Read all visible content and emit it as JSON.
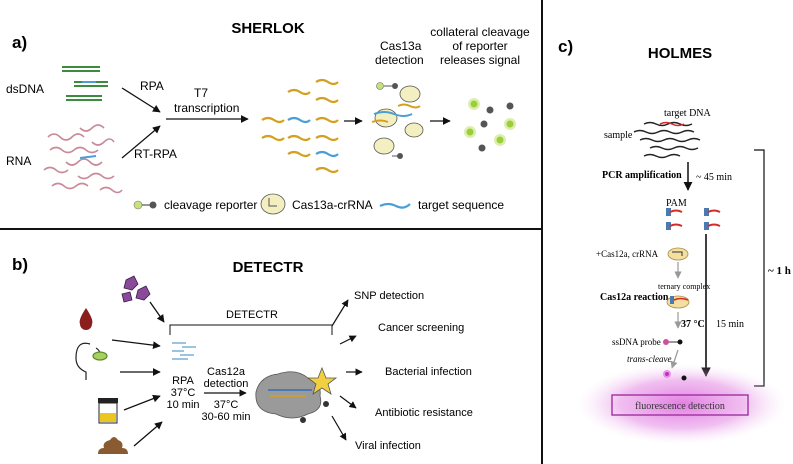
{
  "panel_a": {
    "label": "a)",
    "title": "SHERLOK",
    "dsdna": "dsDNA",
    "rna": "RNA",
    "rpa": "RPA",
    "rt_rpa": "RT-RPA",
    "t7_line1": "T7",
    "t7_line2": "transcription",
    "cas13a_line1": "Cas13a",
    "cas13a_line2": "detection",
    "collateral_line1": "collateral cleavage",
    "collateral_line2": "of reporter",
    "collateral_line3": "releases signal",
    "legend": {
      "reporter": "cleavage reporter",
      "crrna": "Cas13a-crRNA",
      "target": "target sequence"
    }
  },
  "panel_b": {
    "label": "b)",
    "title": "DETECTR",
    "bracket_label": "DETECTR",
    "rpa_line1": "RPA",
    "rpa_line2": "37°C",
    "rpa_line3": "10 min",
    "cas12a_line1": "Cas12a",
    "cas12a_line2": "detection",
    "cas12a_temp": "37°C",
    "cas12a_time": "30-60 min",
    "outputs": [
      "SNP detection",
      "Cancer screening",
      "Bacterial infection",
      "Antibiotic resistance",
      "Viral infection"
    ]
  },
  "panel_c": {
    "label": "c)",
    "title": "HOLMES",
    "target_dna": "target DNA",
    "sample": "sample",
    "pcr": "PCR amplification",
    "pcr_time": "~ 45 min",
    "pam": "PAM",
    "cas12a_crrna": "+Cas12a, crRNA",
    "ternary": "ternary complex",
    "cas12a_reaction": "Cas12a reaction",
    "temp": "37 °C",
    "time15": "15 min",
    "total": "~ 1 h",
    "ssdna": "ssDNA probe",
    "trans": "trans-cleave",
    "fluorescence": "fluorescence detection"
  },
  "colors": {
    "green": "#3d8b3d",
    "blue": "#4a9fd6",
    "pink": "#c98a98",
    "yellow": "#d4a020",
    "red": "#d42a2a",
    "purple_glow": "#d050d0"
  }
}
